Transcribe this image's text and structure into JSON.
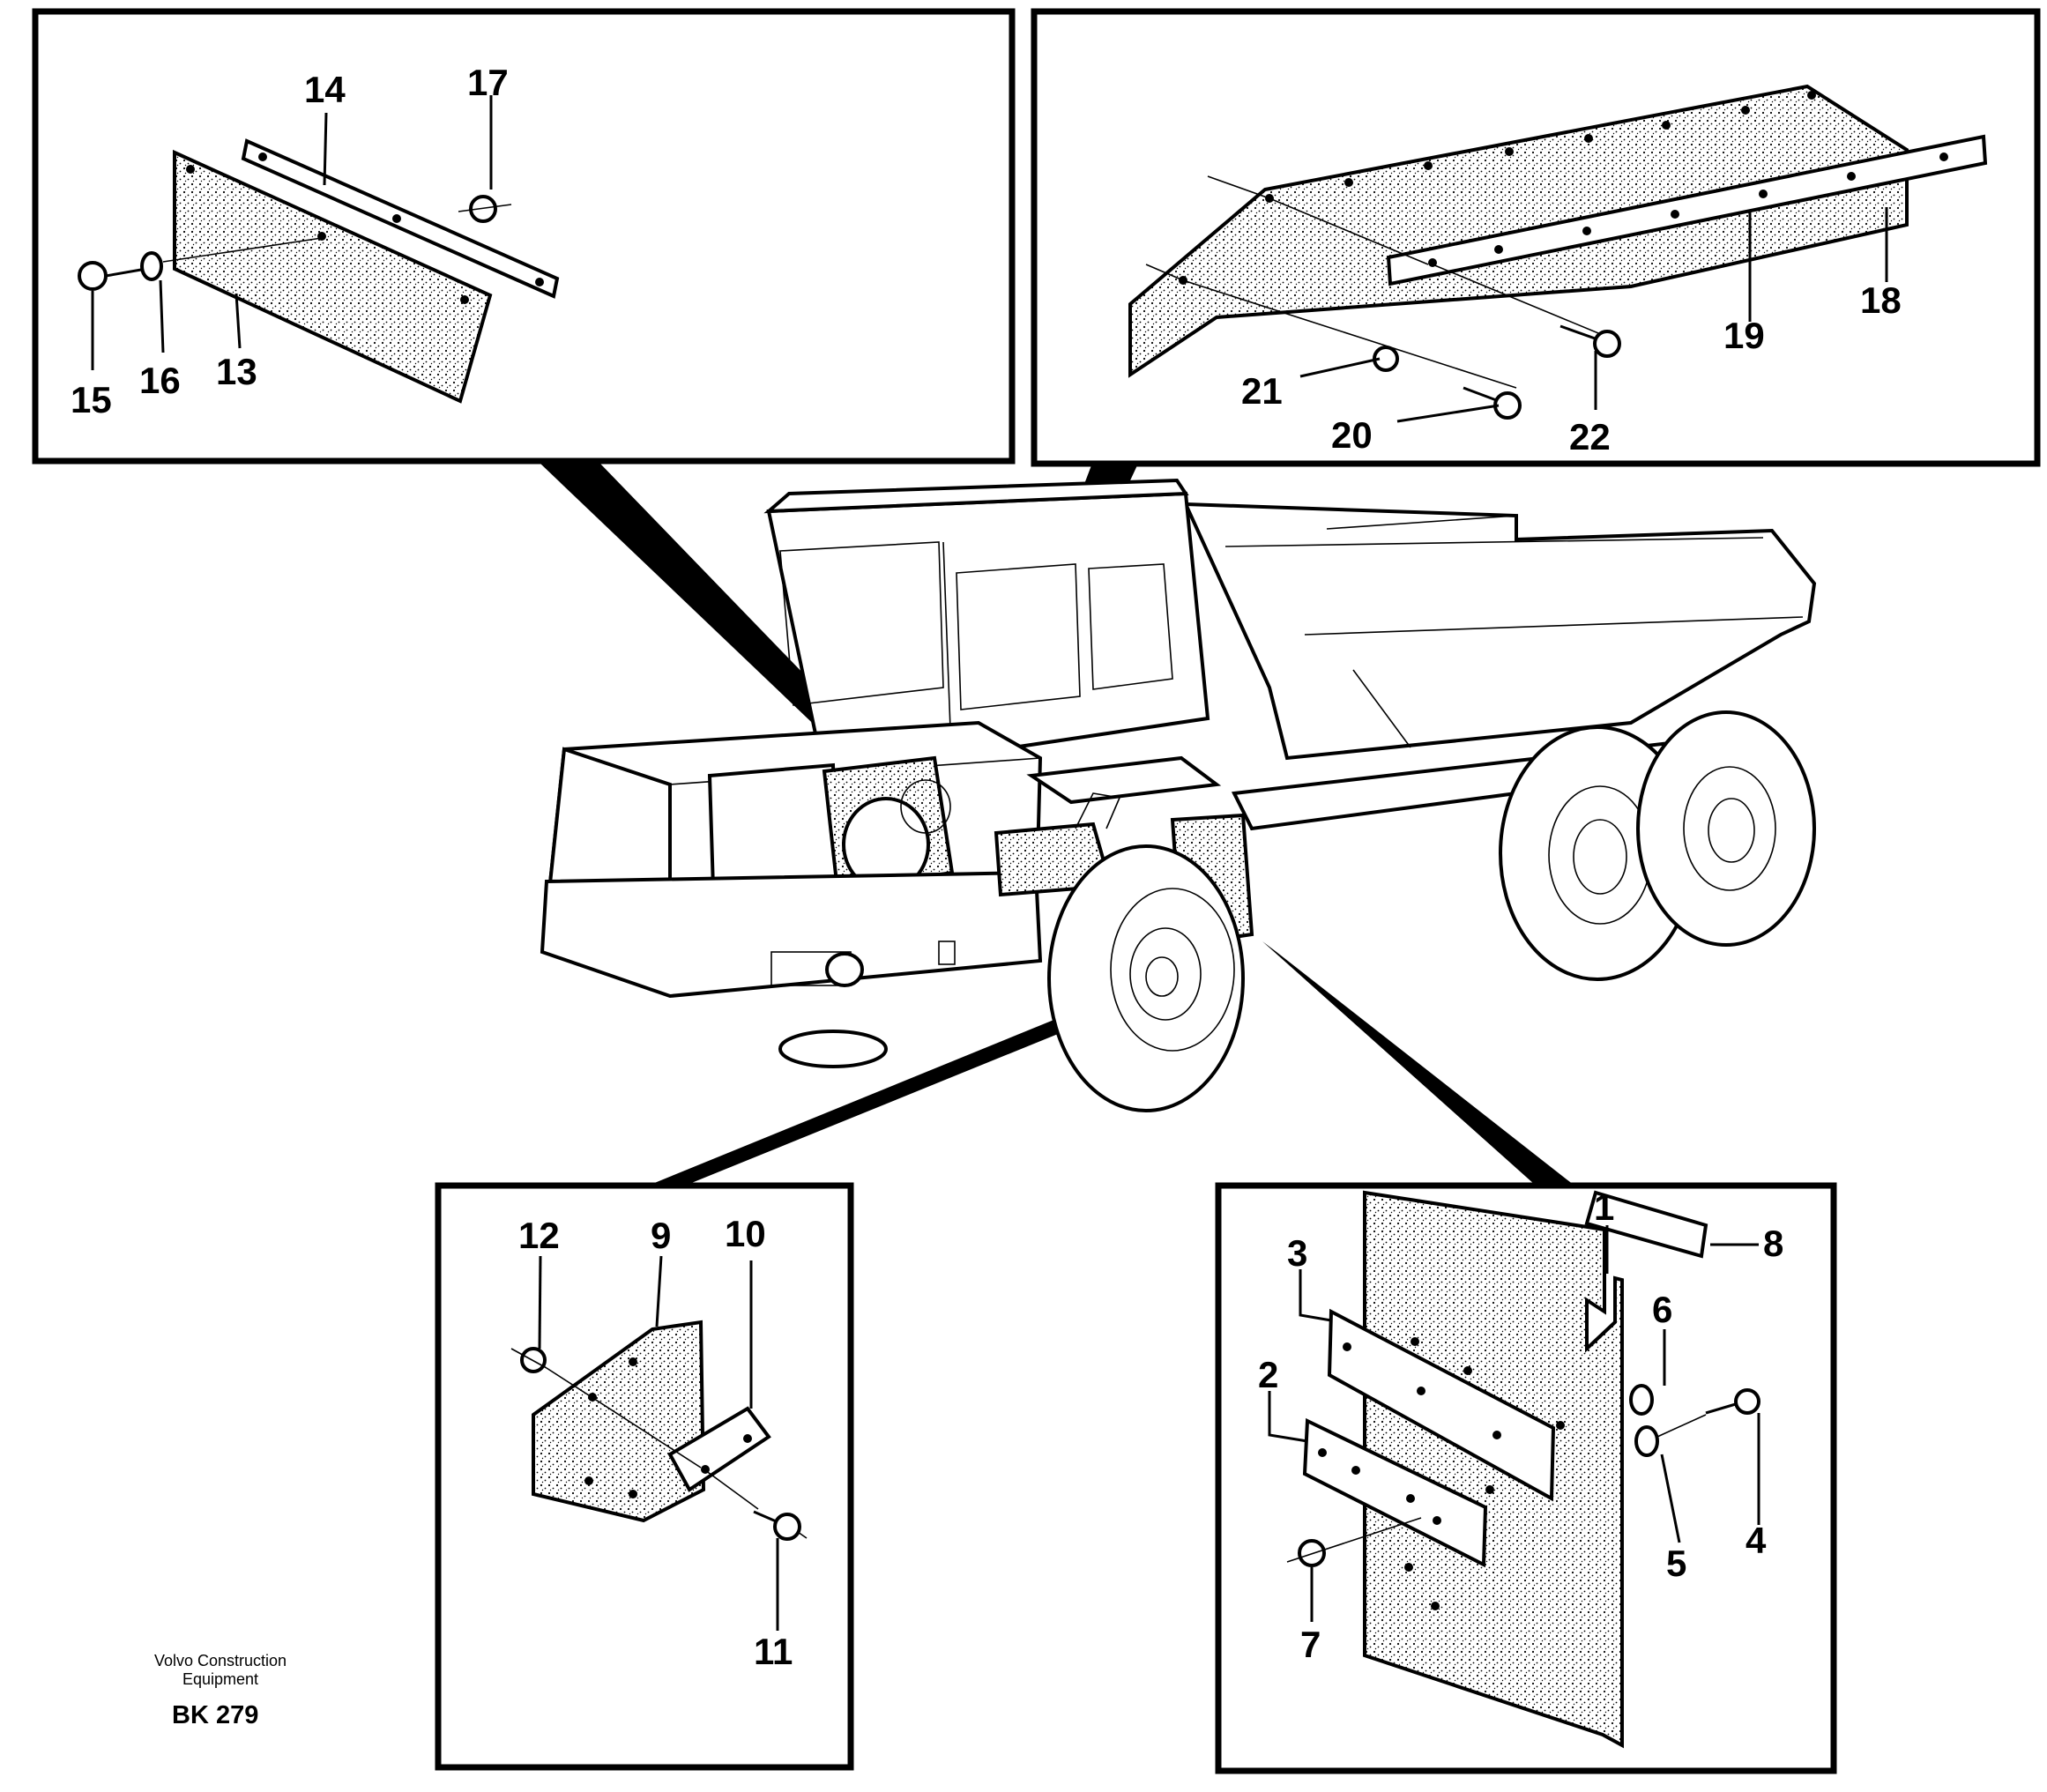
{
  "callouts": {
    "panel_top_left": [
      "14",
      "17",
      "15",
      "16",
      "13"
    ],
    "panel_top_right": [
      "19",
      "18",
      "21",
      "20",
      "22"
    ],
    "panel_bottom_left": [
      "12",
      "9",
      "10",
      "11"
    ],
    "panel_bottom_right": [
      "1",
      "8",
      "3",
      "6",
      "2",
      "4",
      "5",
      "7"
    ]
  },
  "footer": {
    "manufacturer": "Volvo Construction Equipment",
    "drawing_code": "BK 279"
  }
}
